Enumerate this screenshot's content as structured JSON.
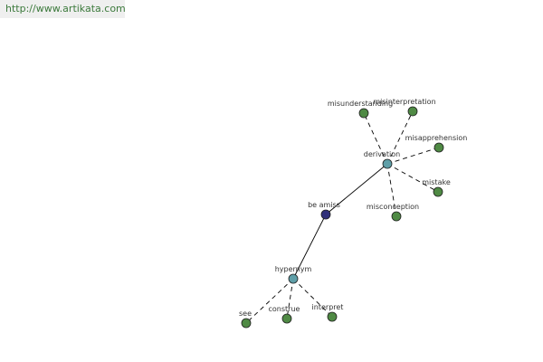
{
  "header": {
    "url": "http://www.artikata.com"
  },
  "colors": {
    "root": "#31317a",
    "hub": "#5f9fa8",
    "leaf": "#4f8a44",
    "stroke": "#1f1f1f",
    "edge": "#000000"
  },
  "graph": {
    "nodes": [
      {
        "id": "be_amiss",
        "label": "be amiss",
        "kind": "root"
      },
      {
        "id": "derivation",
        "label": "derivation",
        "kind": "hub"
      },
      {
        "id": "hypernym",
        "label": "hypernym",
        "kind": "hub"
      },
      {
        "id": "misunderstanding",
        "label": "misunderstanding",
        "kind": "leaf"
      },
      {
        "id": "misinterpretation",
        "label": "misinterpretation",
        "kind": "leaf"
      },
      {
        "id": "misapprehension",
        "label": "misapprehension",
        "kind": "leaf"
      },
      {
        "id": "mistake",
        "label": "mistake",
        "kind": "leaf"
      },
      {
        "id": "misconception",
        "label": "misconception",
        "kind": "leaf"
      },
      {
        "id": "see",
        "label": "see",
        "kind": "leaf"
      },
      {
        "id": "construe",
        "label": "construe",
        "kind": "leaf"
      },
      {
        "id": "interpret",
        "label": "interpret",
        "kind": "leaf"
      }
    ],
    "edges": [
      {
        "from": "be_amiss",
        "to": "derivation",
        "style": "solid"
      },
      {
        "from": "be_amiss",
        "to": "hypernym",
        "style": "solid"
      },
      {
        "from": "derivation",
        "to": "misunderstanding",
        "style": "dashed"
      },
      {
        "from": "derivation",
        "to": "misinterpretation",
        "style": "dashed"
      },
      {
        "from": "derivation",
        "to": "misapprehension",
        "style": "dashed"
      },
      {
        "from": "derivation",
        "to": "mistake",
        "style": "dashed"
      },
      {
        "from": "derivation",
        "to": "misconception",
        "style": "dashed"
      },
      {
        "from": "hypernym",
        "to": "see",
        "style": "dashed"
      },
      {
        "from": "hypernym",
        "to": "construe",
        "style": "dashed"
      },
      {
        "from": "hypernym",
        "to": "interpret",
        "style": "dashed"
      }
    ]
  }
}
